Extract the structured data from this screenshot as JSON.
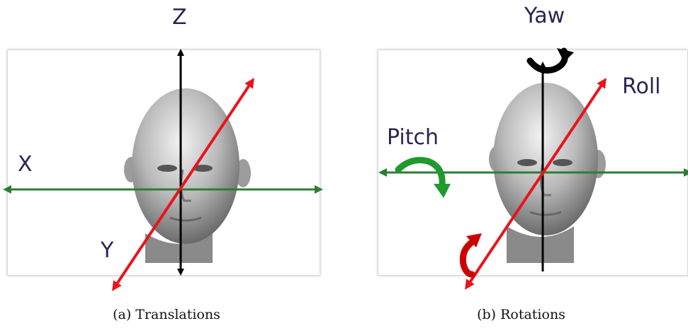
{
  "panels": [
    {
      "id": "a",
      "caption": "(a)  Translations",
      "labels": {
        "z": "Z",
        "x": "X",
        "y": "Y"
      }
    },
    {
      "id": "b",
      "caption": "(b)  Rotations",
      "labels": {
        "yaw": "Yaw",
        "roll": "Roll",
        "pitch": "Pitch"
      }
    }
  ],
  "colors": {
    "vertical_axis": "#000000",
    "horizontal_axis": "#2e7d32",
    "diagonal_axis": "#e8141b",
    "pitch_arrow": "#1f9a2e",
    "roll_arrow": "#cc0000",
    "yaw_arrow": "#000000",
    "label_text": "#2b2553"
  },
  "icons": {
    "head": "head-icon",
    "yaw": "yaw-rotation-arrow-icon",
    "pitch": "pitch-rotation-arrow-icon",
    "roll": "roll-rotation-arrow-icon"
  }
}
